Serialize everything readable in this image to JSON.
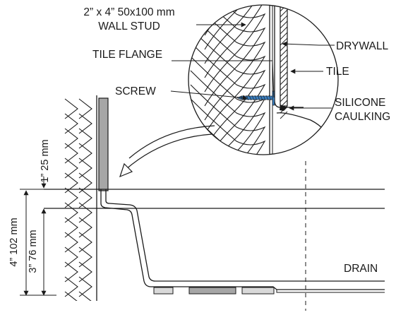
{
  "labels": {
    "wall_stud_line1": "2” x 4” 50x100 mm",
    "wall_stud_line2": "WALL STUD",
    "tile_flange": "TILE FLANGE",
    "screw": "SCREW",
    "drywall": "DRYWALL",
    "tile": "TILE",
    "silicone": "SILICONE",
    "caulking": "CAULKING",
    "drain": "DRAIN"
  },
  "dimensions": {
    "flange_height": "1” 25 mm",
    "total_height": "4” 102 mm",
    "inner_height": "3” 76 mm"
  },
  "colors": {
    "line": "#1a1a1a",
    "gray_fill": "#a6a6a6",
    "light_fill": "#d9d9d9",
    "screw": "#3a7fc1"
  }
}
